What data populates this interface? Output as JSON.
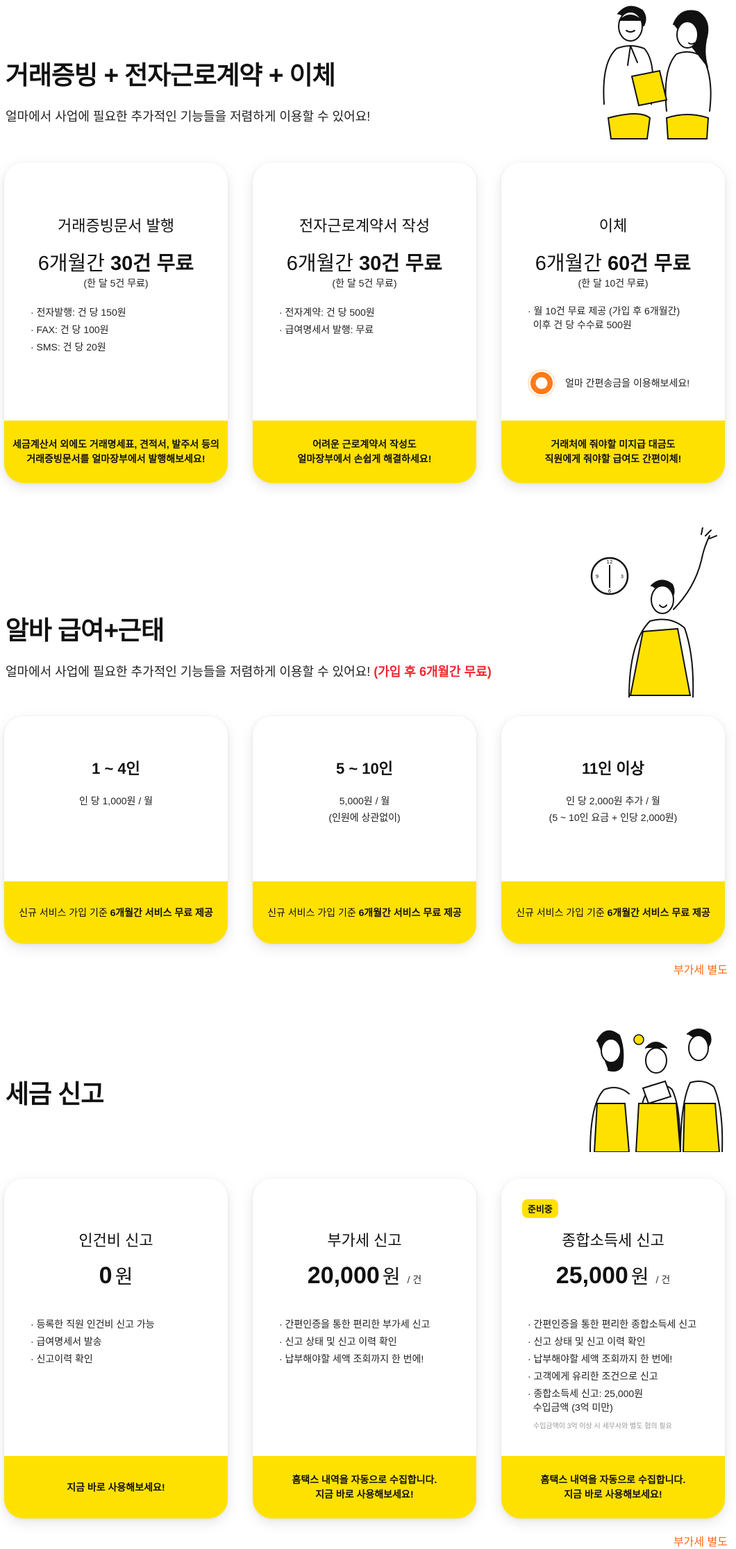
{
  "sections": [
    {
      "title": "거래증빙 + 전자근로계약 + 이체",
      "subtitle": "얼마에서 사업에 필요한 추가적인 기능들을 저렴하게 이용할 수 있어요!",
      "cards": [
        {
          "name": "거래증빙문서 발행",
          "big_prefix": "6개월간 ",
          "big_bold": "30건 무료",
          "small": "(한 달 5건 무료)",
          "bullets": [
            "· 전자발행: 건 당 150원",
            "· FAX: 건 당 100원",
            "· SMS: 건 당 20원"
          ],
          "footer": [
            "세금계산서 외에도 거래명세표, 견적서, 발주서 등의",
            "거래증빙문서를 얼마장부에서 발행해보세요!"
          ]
        },
        {
          "name": "전자근로계약서 작성",
          "big_prefix": "6개월간 ",
          "big_bold": "30건 무료",
          "small": "(한 달 5건 무료)",
          "bullets": [
            "· 전자계약: 건 당 500원",
            "· 급여명세서 발행: 무료"
          ],
          "footer": [
            "어려운 근로계약서 작성도",
            "얼마장부에서 손쉽게 해결하세요!"
          ]
        },
        {
          "name": "이체",
          "big_prefix": "6개월간 ",
          "big_bold": "60건 무료",
          "small": "(한 달 10건 무료)",
          "bullets": [
            "· 월 10건 무료 제공 (가입 후 6개월간)",
            "  이후 건 당 수수료 500원"
          ],
          "promo": "얼마 간편송금을 이용해보세요!",
          "footer": [
            "거래처에 줘야할 미지급 대금도",
            "직원에게 줘야할 급여도 간편이체!"
          ]
        }
      ]
    },
    {
      "title": "알바 급여+근태",
      "subtitle": "얼마에서 사업에 필요한 추가적인 기능들을 저렴하게 이용할 수 있어요!",
      "subtitle_highlight": "(가입 후 6개월간 무료)",
      "cards": [
        {
          "name": "1 ~ 4인",
          "lines": [
            "인 당 1,000원 / 월"
          ],
          "footer_prefix": "신규 서비스 가입 기준 ",
          "footer_bold": "6개월간 서비스 무료 제공"
        },
        {
          "name": "5 ~ 10인",
          "lines": [
            "5,000원 / 월",
            "(인원에 상관없이)"
          ],
          "footer_prefix": "신규 서비스 가입 기준 ",
          "footer_bold": "6개월간 서비스 무료 제공"
        },
        {
          "name": "11인 이상",
          "lines": [
            "인 당 2,000원 추가 / 월",
            "(5 ~ 10인 요금 + 인당 2,000원)"
          ],
          "footer_prefix": "신규 서비스 가입 기준 ",
          "footer_bold": "6개월간 서비스 무료 제공"
        }
      ],
      "vat": "부가세 별도"
    },
    {
      "title": "세금 신고",
      "cards": [
        {
          "name": "인건비 신고",
          "price": "0",
          "unit": "원",
          "per": "",
          "bullets": [
            "· 등록한 직원 인건비 신고 가능",
            "· 급여명세서 발송",
            "· 신고이력 확인"
          ],
          "footer": [
            "지금 바로 사용해보세요!"
          ]
        },
        {
          "name": "부가세 신고",
          "price": "20,000",
          "unit": "원",
          "per": "/ 건",
          "bullets": [
            "· 간편인증을 통한 편리한 부가세 신고",
            "· 신고 상태 및 신고 이력 확인",
            "· 납부해야할 세액 조회까지 한 번에!"
          ],
          "footer": [
            "홈택스 내역을 자동으로 수집합니다.",
            "지금 바로 사용해보세요!"
          ]
        },
        {
          "name": "종합소득세 신고",
          "tag": "준비중",
          "price": "25,000",
          "unit": "원",
          "per": "/ 건",
          "bullets": [
            "· 간편인증을 통한 편리한 종합소득세 신고",
            "· 신고 상태 및 신고 이력 확인",
            "· 납부해야할 세액 조회까지 한 번에!",
            "· 고객에게 유리한 조건으로 신고",
            "· 종합소득세 신고: 25,000원",
            "  수입금액 (3억 미만)"
          ],
          "note": "수입금액이 3억 이상 시 세무사와 별도 협의 필요",
          "footer": [
            "홈택스 내역을 자동으로 수집합니다.",
            "지금 바로 사용해보세요!"
          ]
        }
      ],
      "vat": "부가세 별도"
    }
  ],
  "colors": {
    "accent": "#ffe100",
    "highlight": "#f0262e",
    "vat": "#ff6a13",
    "text": "#111111"
  }
}
